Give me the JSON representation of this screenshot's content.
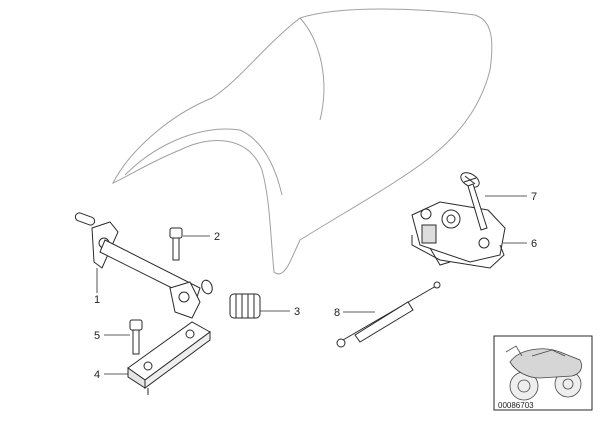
{
  "diagram": {
    "callouts": [
      {
        "id": "1",
        "label": "1"
      },
      {
        "id": "2",
        "label": "2"
      },
      {
        "id": "3",
        "label": "3"
      },
      {
        "id": "4",
        "label": "4"
      },
      {
        "id": "5",
        "label": "5"
      },
      {
        "id": "6",
        "label": "6"
      },
      {
        "id": "7",
        "label": "7"
      },
      {
        "id": "8",
        "label": "8"
      }
    ],
    "image_code": "00086703"
  },
  "colors": {
    "line": "#2a2a2a",
    "light_line": "#9a9a9a",
    "fill": "#ffffff",
    "shade": "#d8d8d8"
  }
}
